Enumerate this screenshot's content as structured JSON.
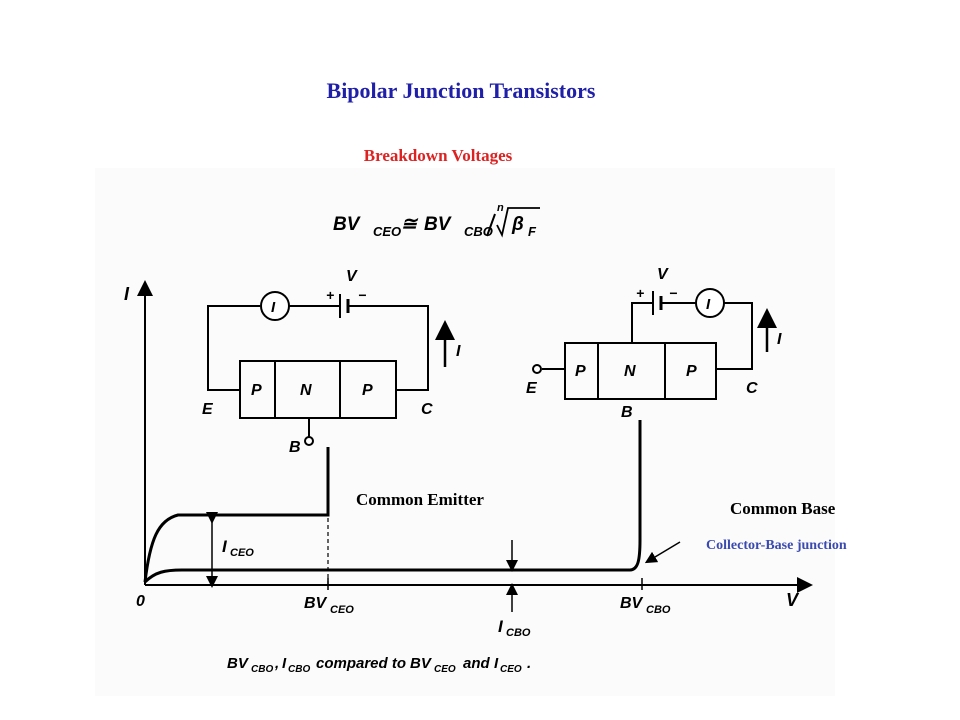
{
  "title": "Bipolar Junction Transistors",
  "subtitle": "Breakdown Voltages",
  "equation": {
    "lhs": "BV",
    "lhs_sub": "CEO",
    "approx": "≅",
    "rhs": "BV",
    "rhs_sub": "CBO",
    "root_index": "n",
    "beta": "β",
    "beta_sub": "F"
  },
  "axes": {
    "y_label": "I",
    "x_label": "V",
    "origin": "0",
    "bv_ceo": "BV",
    "bv_ceo_sub": "CEO",
    "bv_cbo": "BV",
    "bv_cbo_sub": "CBO",
    "i_ceo": "I",
    "i_ceo_sub": "CEO",
    "i_cbo": "I",
    "i_cbo_sub": "CBO"
  },
  "circuit_ce": {
    "regions": [
      "P",
      "N",
      "P"
    ],
    "emitter": "E",
    "collector": "C",
    "base": "B",
    "meter": "I",
    "source": "V",
    "plus": "+",
    "minus": "−",
    "current": "I"
  },
  "circuit_cb": {
    "regions": [
      "P",
      "N",
      "P"
    ],
    "emitter": "E",
    "collector": "C",
    "base": "B",
    "meter": "I",
    "source": "V",
    "plus": "+",
    "minus": "−",
    "current": "I"
  },
  "caption": {
    "bv_cbo": "BV",
    "bv_cbo_sub": "CBO",
    "sep": ",",
    "i_cbo": "I",
    "i_cbo_sub": "CBO",
    "compared": "compared to",
    "bv_ceo": "BV",
    "bv_ceo_sub": "CEO",
    "and": "and",
    "i_ceo": "I",
    "i_ceo_sub": "CEO",
    "end": "."
  },
  "labels": {
    "common_emitter": "Common Emitter",
    "common_base": "Common Base",
    "collector_base": "Collector-Base junction"
  }
}
